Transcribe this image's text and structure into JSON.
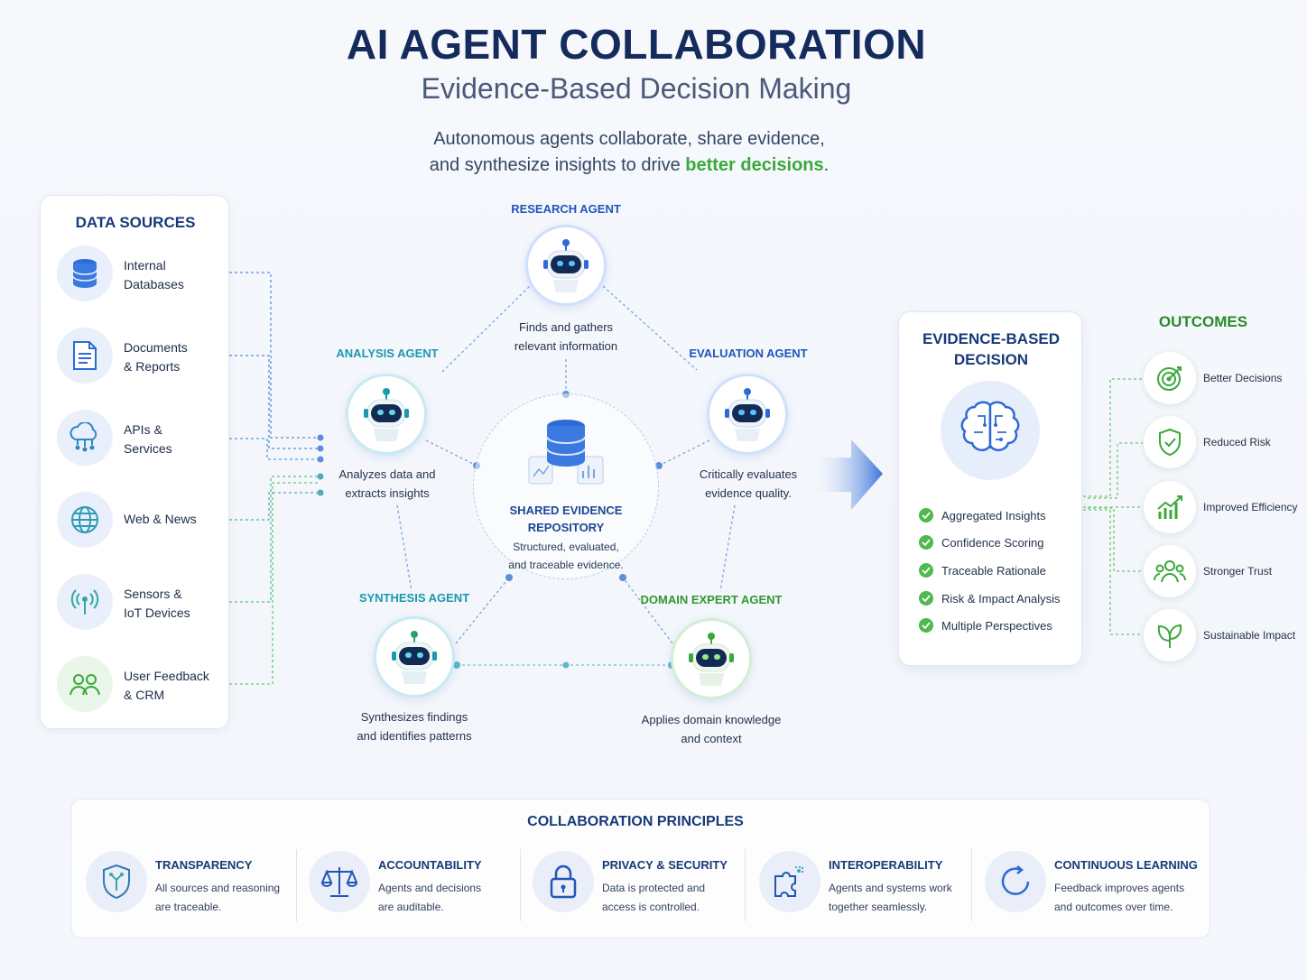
{
  "header": {
    "title": "AI AGENT COLLABORATION",
    "subtitle": "Evidence-Based Decision Making",
    "tagline_1": "Autonomous agents collaborate, share evidence,",
    "tagline_2a": "and synthesize insights to drive ",
    "tagline_highlight": "better decisions",
    "tagline_2b": "."
  },
  "data_sources": {
    "title": "DATA SOURCES",
    "items": [
      {
        "label": "Internal\nDatabases",
        "icon": "database-icon"
      },
      {
        "label": "Documents\n& Reports",
        "icon": "document-icon"
      },
      {
        "label": "APIs &\nServices",
        "icon": "cloud-network-icon"
      },
      {
        "label": "Web & News",
        "icon": "globe-icon"
      },
      {
        "label": "Sensors &\nIoT Devices",
        "icon": "sensor-icon"
      },
      {
        "label": "User Feedback\n& CRM",
        "icon": "users-icon"
      }
    ]
  },
  "agents": {
    "research": {
      "title": "RESEARCH AGENT",
      "desc": "Finds and gathers\nrelevant information",
      "color": "#1f56b8"
    },
    "analysis": {
      "title": "ANALYSIS AGENT",
      "desc": "Analyzes data and\nextracts insights",
      "color": "#1c97b0"
    },
    "evaluation": {
      "title": "EVALUATION AGENT",
      "desc": "Critically evaluates\nevidence quality.",
      "color": "#1f56b8"
    },
    "synthesis": {
      "title": "SYNTHESIS AGENT",
      "desc": "Synthesizes findings\nand identifies patterns",
      "color": "#1c97b0"
    },
    "domain": {
      "title": "DOMAIN EXPERT AGENT",
      "desc": "Applies domain knowledge\nand context",
      "color": "#2e9a2e"
    }
  },
  "repository": {
    "title": "SHARED EVIDENCE\nREPOSITORY",
    "desc": "Structured, evaluated,\nand traceable evidence."
  },
  "decision": {
    "title": "EVIDENCE-BASED\nDECISION",
    "items": [
      "Aggregated Insights",
      "Confidence Scoring",
      "Traceable Rationale",
      "Risk & Impact Analysis",
      "Multiple Perspectives"
    ]
  },
  "outcomes": {
    "title": "OUTCOMES",
    "items": [
      {
        "label": "Better Decisions",
        "icon": "target-icon"
      },
      {
        "label": "Reduced Risk",
        "icon": "shield-check-icon"
      },
      {
        "label": "Improved Efficiency",
        "icon": "growth-chart-icon"
      },
      {
        "label": "Stronger Trust",
        "icon": "people-icon"
      },
      {
        "label": "Sustainable Impact",
        "icon": "leaf-icon"
      }
    ]
  },
  "principles": {
    "title": "COLLABORATION PRINCIPLES",
    "items": [
      {
        "title": "TRANSPARENCY",
        "desc": "All sources and reasoning\nare traceable.",
        "icon": "shield-network-icon"
      },
      {
        "title": "ACCOUNTABILITY",
        "desc": "Agents and decisions\nare auditable.",
        "icon": "scales-icon"
      },
      {
        "title": "PRIVACY & SECURITY",
        "desc": "Data is protected and\naccess is controlled.",
        "icon": "lock-icon"
      },
      {
        "title": "INTEROPERABILITY",
        "desc": "Agents and systems work\ntogether seamlessly.",
        "icon": "puzzle-icon"
      },
      {
        "title": "CONTINUOUS LEARNING",
        "desc": "Feedback improves agents\nand outcomes over time.",
        "icon": "cycle-icon"
      }
    ]
  },
  "colors": {
    "navy": "#142b5c",
    "blue": "#1f56b8",
    "teal": "#1c97b0",
    "green": "#3aa83a"
  }
}
